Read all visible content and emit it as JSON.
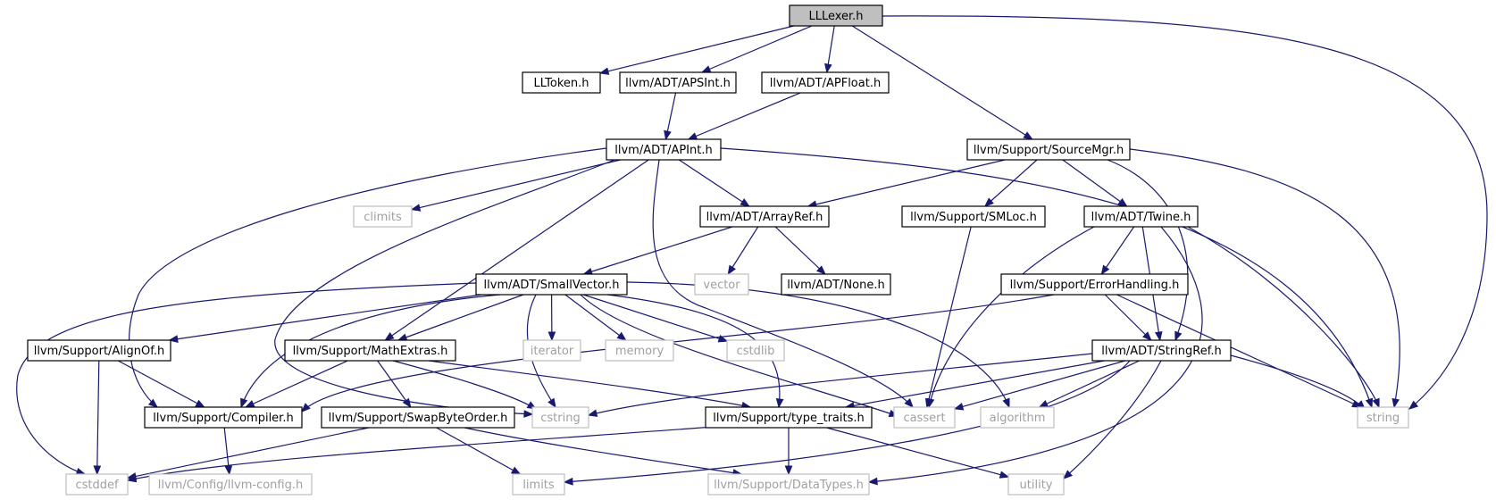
{
  "graph": {
    "edge_color": "#191970",
    "nodes": [
      {
        "id": "lllexer",
        "label": "LLLexer.h",
        "kind": "root"
      },
      {
        "id": "lltoken",
        "label": "LLToken.h",
        "kind": "proj"
      },
      {
        "id": "apsint",
        "label": "llvm/ADT/APSInt.h",
        "kind": "proj"
      },
      {
        "id": "apfloat",
        "label": "llvm/ADT/APFloat.h",
        "kind": "proj"
      },
      {
        "id": "sourcemgr",
        "label": "llvm/Support/SourceMgr.h",
        "kind": "proj"
      },
      {
        "id": "apint",
        "label": "llvm/ADT/APInt.h",
        "kind": "proj"
      },
      {
        "id": "climits",
        "label": "climits",
        "kind": "sys"
      },
      {
        "id": "arrayref",
        "label": "llvm/ADT/ArrayRef.h",
        "kind": "proj"
      },
      {
        "id": "smloc",
        "label": "llvm/Support/SMLoc.h",
        "kind": "proj"
      },
      {
        "id": "twine",
        "label": "llvm/ADT/Twine.h",
        "kind": "proj"
      },
      {
        "id": "smallvector",
        "label": "llvm/ADT/SmallVector.h",
        "kind": "proj"
      },
      {
        "id": "vector",
        "label": "vector",
        "kind": "sys"
      },
      {
        "id": "none",
        "label": "llvm/ADT/None.h",
        "kind": "proj"
      },
      {
        "id": "errorhandling",
        "label": "llvm/Support/ErrorHandling.h",
        "kind": "proj"
      },
      {
        "id": "alignof",
        "label": "llvm/Support/AlignOf.h",
        "kind": "proj"
      },
      {
        "id": "mathextras",
        "label": "llvm/Support/MathExtras.h",
        "kind": "proj"
      },
      {
        "id": "iterator",
        "label": "iterator",
        "kind": "sys"
      },
      {
        "id": "memory",
        "label": "memory",
        "kind": "sys"
      },
      {
        "id": "cstdlib",
        "label": "cstdlib",
        "kind": "sys"
      },
      {
        "id": "stringref",
        "label": "llvm/ADT/StringRef.h",
        "kind": "proj"
      },
      {
        "id": "compiler",
        "label": "llvm/Support/Compiler.h",
        "kind": "proj"
      },
      {
        "id": "swapbyteorder",
        "label": "llvm/Support/SwapByteOrder.h",
        "kind": "proj"
      },
      {
        "id": "cstring",
        "label": "cstring",
        "kind": "sys"
      },
      {
        "id": "typetraits",
        "label": "llvm/Support/type_traits.h",
        "kind": "proj"
      },
      {
        "id": "cassert",
        "label": "cassert",
        "kind": "sys"
      },
      {
        "id": "algorithm",
        "label": "algorithm",
        "kind": "sys"
      },
      {
        "id": "string",
        "label": "string",
        "kind": "sys"
      },
      {
        "id": "cstddef",
        "label": "cstddef",
        "kind": "sys"
      },
      {
        "id": "llvmconfig",
        "label": "llvm/Config/llvm-config.h",
        "kind": "sys"
      },
      {
        "id": "limits",
        "label": "limits",
        "kind": "sys"
      },
      {
        "id": "datatypes",
        "label": "llvm/Support/DataTypes.h",
        "kind": "sys"
      },
      {
        "id": "utility",
        "label": "utility",
        "kind": "sys"
      }
    ],
    "edges": [
      [
        "lllexer",
        "lltoken"
      ],
      [
        "lllexer",
        "apsint"
      ],
      [
        "lllexer",
        "apfloat"
      ],
      [
        "lllexer",
        "sourcemgr"
      ],
      [
        "lllexer",
        "string"
      ],
      [
        "apsint",
        "apint"
      ],
      [
        "apfloat",
        "apint"
      ],
      [
        "apint",
        "climits"
      ],
      [
        "apint",
        "arrayref"
      ],
      [
        "apint",
        "mathextras"
      ],
      [
        "apint",
        "compiler"
      ],
      [
        "apint",
        "cstring"
      ],
      [
        "apint",
        "cassert"
      ],
      [
        "apint",
        "string"
      ],
      [
        "sourcemgr",
        "arrayref"
      ],
      [
        "sourcemgr",
        "smloc"
      ],
      [
        "sourcemgr",
        "twine"
      ],
      [
        "sourcemgr",
        "stringref"
      ],
      [
        "sourcemgr",
        "string"
      ],
      [
        "arrayref",
        "smallvector"
      ],
      [
        "arrayref",
        "vector"
      ],
      [
        "arrayref",
        "none"
      ],
      [
        "smloc",
        "cassert"
      ],
      [
        "twine",
        "errorhandling"
      ],
      [
        "twine",
        "stringref"
      ],
      [
        "twine",
        "cassert"
      ],
      [
        "twine",
        "datatypes"
      ],
      [
        "twine",
        "string"
      ],
      [
        "smallvector",
        "alignof"
      ],
      [
        "smallvector",
        "mathextras"
      ],
      [
        "smallvector",
        "compiler"
      ],
      [
        "smallvector",
        "iterator"
      ],
      [
        "smallvector",
        "memory"
      ],
      [
        "smallvector",
        "cstdlib"
      ],
      [
        "smallvector",
        "cstring"
      ],
      [
        "smallvector",
        "typetraits"
      ],
      [
        "smallvector",
        "cassert"
      ],
      [
        "smallvector",
        "algorithm"
      ],
      [
        "smallvector",
        "cstddef"
      ],
      [
        "errorhandling",
        "compiler"
      ],
      [
        "errorhandling",
        "stringref"
      ],
      [
        "errorhandling",
        "string"
      ],
      [
        "alignof",
        "compiler"
      ],
      [
        "alignof",
        "cstddef"
      ],
      [
        "mathextras",
        "compiler"
      ],
      [
        "mathextras",
        "swapbyteorder"
      ],
      [
        "mathextras",
        "cstring"
      ],
      [
        "mathextras",
        "typetraits"
      ],
      [
        "stringref",
        "typetraits"
      ],
      [
        "stringref",
        "cstring"
      ],
      [
        "stringref",
        "cassert"
      ],
      [
        "stringref",
        "algorithm"
      ],
      [
        "stringref",
        "limits"
      ],
      [
        "stringref",
        "string"
      ],
      [
        "stringref",
        "utility"
      ],
      [
        "compiler",
        "llvmconfig"
      ],
      [
        "swapbyteorder",
        "cstddef"
      ],
      [
        "swapbyteorder",
        "limits"
      ],
      [
        "swapbyteorder",
        "datatypes"
      ],
      [
        "typetraits",
        "cstddef"
      ],
      [
        "typetraits",
        "datatypes"
      ],
      [
        "typetraits",
        "utility"
      ]
    ]
  }
}
